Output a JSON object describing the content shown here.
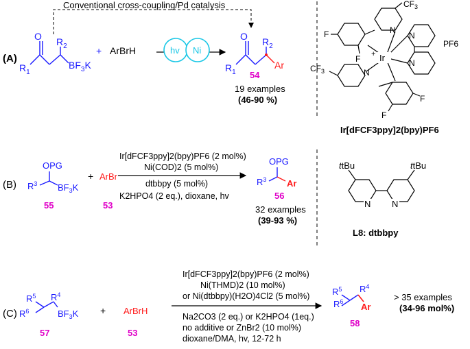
{
  "colors": {
    "blue": "#1a1aff",
    "magenta": "#e000c8",
    "red": "#ff1a1a",
    "cyan": "#19c7e6",
    "black": "#000000"
  },
  "panelA": {
    "label": "(A)",
    "top_note": "Conventional cross-coupling/Pd catalysis",
    "reactant_o": "O",
    "reactant_r1": "R",
    "reactant_r1_sub": "1",
    "reactant_r2": "R",
    "reactant_r2_sub": "2",
    "reactant_bf3k": "BF",
    "reactant_bf3k_sub": "3",
    "reactant_bf3k_end": "K",
    "plus": "+",
    "arbrh": "ArBrH",
    "hv": "hv",
    "ni": "Ni",
    "product_o": "O",
    "product_r1": "R",
    "product_r1_sub": "1",
    "product_r2": "R",
    "product_r2_sub": "2",
    "product_ar": "Ar",
    "compound_number": "54",
    "examples": "19 examples",
    "yield": "(46-90 %)"
  },
  "catalyst": {
    "cf3_top": "CF",
    "cf3_top_sub": "3",
    "cf3_left": "CF",
    "cf3_left_sub": "3",
    "f1": "F",
    "f2": "F",
    "f3": "F",
    "f4": "F",
    "n1": "N",
    "n2": "N",
    "n3": "N",
    "n4": "N",
    "ir": "Ir",
    "charge": "+",
    "pf6": "PF6",
    "name": "Ir[dFCF3ppy]2(bpy)PF6"
  },
  "panelB": {
    "label": "(B)",
    "opg": "OPG",
    "r3": "R",
    "r3_sup": "3",
    "bf3k": "BF",
    "bf3k_sub": "3",
    "bf3k_end": "K",
    "plus": "+",
    "arbr": "ArBr",
    "compound_55": "55",
    "compound_53": "53",
    "cond1": "Ir[dFCF3ppy]2(bpy)PF6 (2 mol%)",
    "cond2": "Ni(COD)2 (5 mol%)",
    "cond3": "dtbbpy (5 mol%)",
    "cond4": "K2HPO4 (2 eq.), dioxane, hv",
    "product_opg": "OPG",
    "product_r3": "R",
    "product_r3_sup": "3",
    "product_ar": "Ar",
    "compound_56": "56",
    "examples": "32 examples",
    "yield": "(39-93 %)"
  },
  "ligand": {
    "tbu_left": "tBu",
    "tbu_right": "tBu",
    "n_left": "N",
    "n_right": "N",
    "name": "L8: dtbbpy"
  },
  "panelC": {
    "label": "(C)",
    "r5": "R",
    "r5_sup": "5",
    "r4": "R",
    "r4_sup": "4",
    "r6": "R",
    "r6_sup": "6",
    "bf3k": "BF",
    "bf3k_sub": "3",
    "bf3k_end": "K",
    "plus": "+",
    "arbrh": "ArBrH",
    "compound_57": "57",
    "compound_53": "53",
    "cond1": "Ir[dFCF3ppy]2(bpy)PF6 (2 mol%)",
    "cond2": "Ni(THMD)2 (10 mol%)",
    "cond3": "or Ni(dtbbpy)(H2O)4Cl2 (5 mol%)",
    "cond4": "Na2CO3 (2 eq.) or K2HPO4 (1eq.)",
    "cond5": "no additive or ZnBr2 (10 mol%)",
    "cond6": "dioxane/DMA, hv, 12-72 h",
    "product_r5": "R",
    "product_r5_sup": "5",
    "product_r4": "R",
    "product_r4_sup": "4",
    "product_r6": "R",
    "product_r6_sup": "6",
    "product_ar": "Ar",
    "compound_58": "58",
    "examples": "> 35 examples",
    "yield": "(34-96 mol%)"
  }
}
